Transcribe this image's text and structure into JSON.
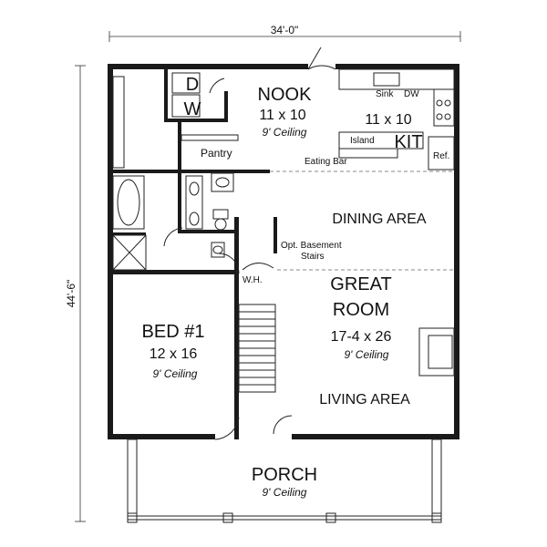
{
  "dimensions": {
    "width": "34'-0\"",
    "depth": "44'-6\""
  },
  "rooms": {
    "nook": {
      "name": "NOOK",
      "size": "11 x 10",
      "ceiling": "9' Ceiling"
    },
    "kitchen": {
      "name": "KIT",
      "size": "11 x 10"
    },
    "dining": {
      "name": "DINING AREA"
    },
    "great": {
      "name1": "GREAT",
      "name2": "ROOM",
      "size": "17-4 x 26",
      "ceiling": "9' Ceiling"
    },
    "living": {
      "name": "LIVING AREA"
    },
    "bed1": {
      "name": "BED #1",
      "size": "12 x 16",
      "ceiling": "9' Ceiling"
    },
    "porch": {
      "name": "PORCH",
      "ceiling": "9' Ceiling"
    }
  },
  "labels": {
    "d": "D",
    "w": "W",
    "pantry": "Pantry",
    "sink": "Sink",
    "dw": "DW",
    "island": "Island",
    "eating_bar": "Eating Bar",
    "ref": "Ref.",
    "opt_basement_1": "Opt. Basement",
    "opt_basement_2": "Stairs",
    "wh": "W.H."
  }
}
